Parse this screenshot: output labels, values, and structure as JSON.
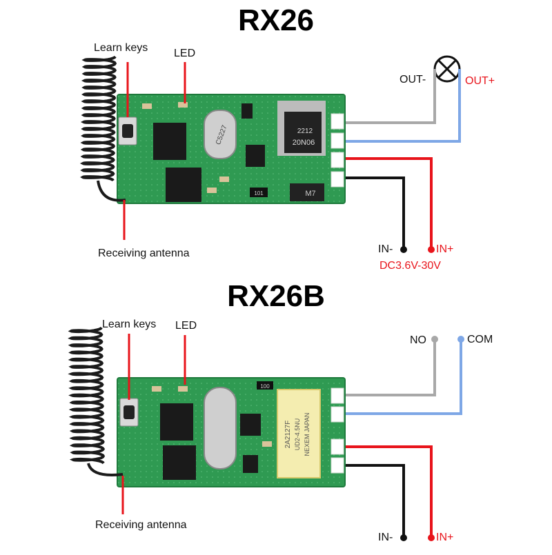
{
  "panels": [
    {
      "title": "RX26",
      "labels": {
        "learn_keys": "Learn keys",
        "led": "LED",
        "antenna": "Receiving antenna",
        "out_minus": "OUT-",
        "out_plus": "OUT+",
        "in_minus": "IN-",
        "in_plus": "IN+",
        "voltage": "DC3.6V-30V"
      },
      "chip_marks": {
        "crystal": "C5227",
        "mosfet_a": "2212",
        "mosfet_b": "20N06",
        "diode": "M7",
        "resistor": "101"
      }
    },
    {
      "title": "RX26B",
      "labels": {
        "learn_keys": "Learn keys",
        "led": "LED",
        "antenna": "Receiving antenna",
        "no": "NO",
        "com": "COM",
        "in_minus": "IN-",
        "in_plus": "IN+"
      },
      "chip_marks": {
        "relay_a": "2A2127F",
        "relay_b": "UD2-4.5NU",
        "relay_c": "NEXEM JAPAN",
        "resistor": "100"
      }
    }
  ],
  "colors": {
    "pcb": "#2f9a52",
    "wire_gray": "#a8a8a8",
    "wire_blue": "#7ea7e6",
    "wire_red": "#e8141b",
    "wire_black": "#111111",
    "pointer_red": "#e8141b",
    "text": "#111111",
    "accent_red": "#e8141b"
  },
  "icons": [
    "lamp-icon",
    "push-button-icon",
    "coil-antenna-icon",
    "terminal-dot-icon"
  ]
}
